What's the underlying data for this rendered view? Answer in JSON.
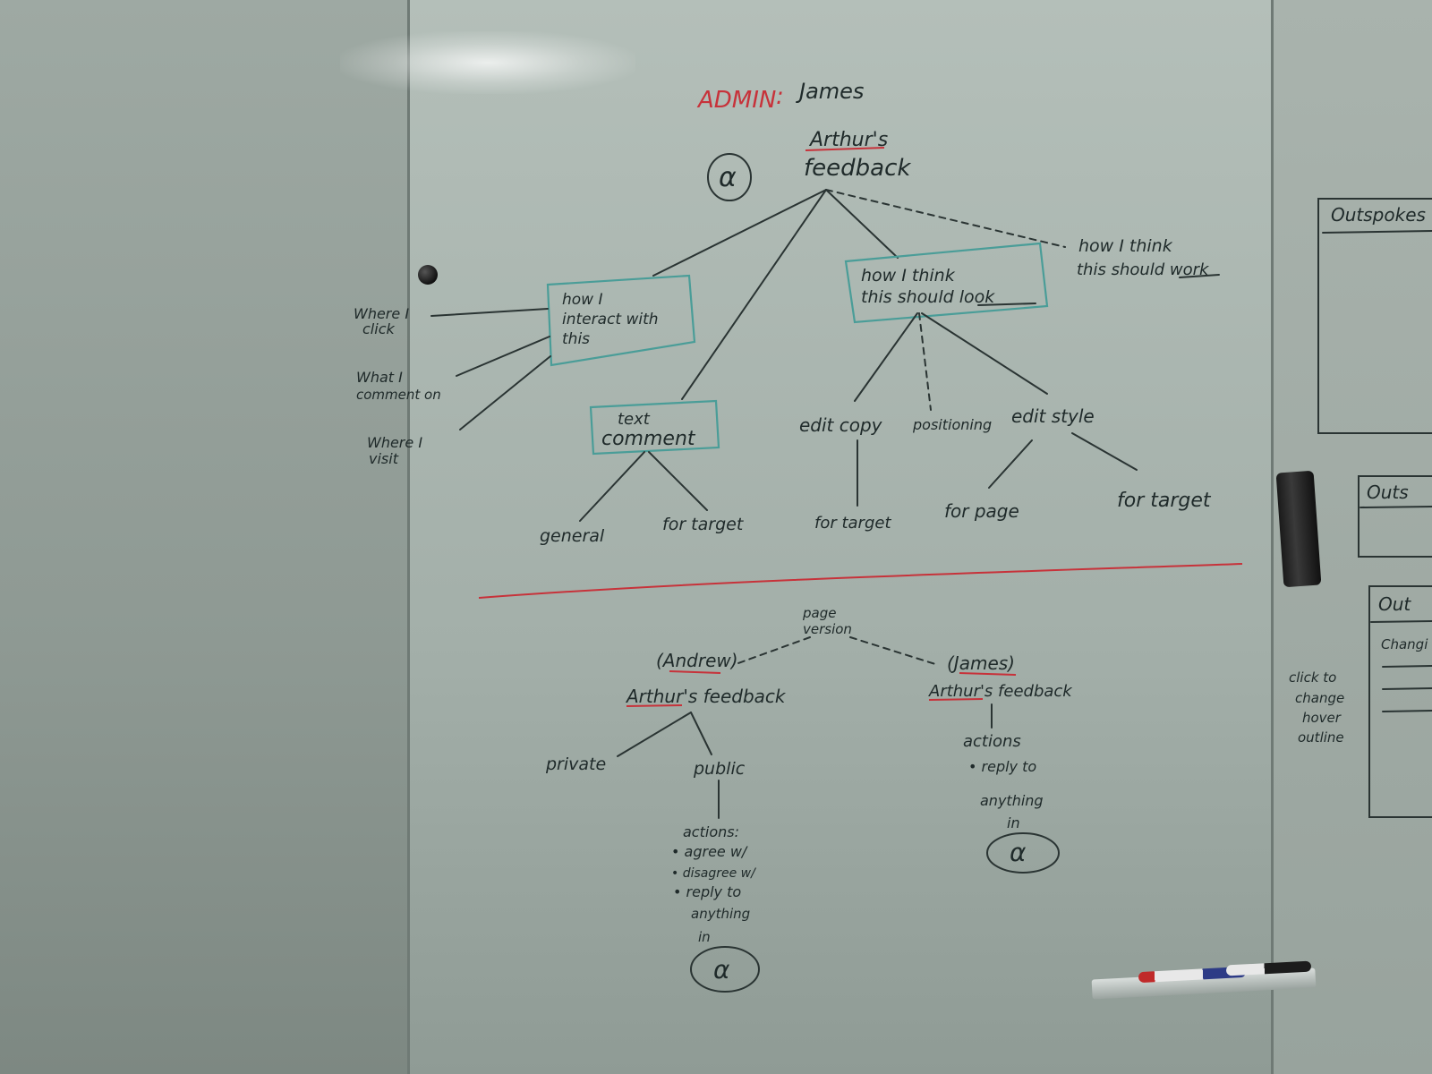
{
  "header": {
    "admin_label": "ADMIN",
    "admin_sep": ":",
    "admin_name": "James"
  },
  "top_tree": {
    "root_line1": "Arthur's",
    "root_line2": "feedback",
    "alpha": "α",
    "box_interact": [
      "how I",
      "interact with",
      "this"
    ],
    "box_look": [
      "how I think",
      "this should look"
    ],
    "work_note": [
      "how I think",
      "this should work"
    ],
    "box_text_comment": [
      "text",
      "comment"
    ],
    "side_labels": {
      "where_click": [
        "Where I",
        "click"
      ],
      "what_comment": [
        "What I",
        "comment on"
      ],
      "where_visit": [
        "Where I",
        "visit"
      ]
    },
    "mid_labels": [
      "edit copy",
      "positioning",
      "edit style"
    ],
    "leaf_labels": {
      "general": "general",
      "for_target_1": "for target",
      "for_target_2": "for target",
      "for_page": "for page",
      "for_target_3": "for target"
    }
  },
  "bottom_tree": {
    "page_version": [
      "page",
      "version"
    ],
    "andrew": "(Andrew)",
    "james": "(James)",
    "arthurs_feedback": "Arthur's feedback",
    "private": "private",
    "public": "public",
    "public_actions": [
      "actions:",
      "• agree w/",
      "• disagree w/",
      "• reply to",
      "anything",
      "in"
    ],
    "james_actions": [
      "actions",
      "• reply to",
      "anything",
      "in"
    ],
    "alpha": "α"
  },
  "side_board": {
    "outspokes_1": "Outspokes",
    "outspokes_2": "Outs",
    "outspokes_3": "Out",
    "changing": "Changi",
    "click_note": [
      "click to",
      "change",
      "hover",
      "outline"
    ]
  },
  "colors": {
    "ink": "#1f2a2a",
    "red": "#c7323a",
    "teal": "#4a9d98",
    "board": "#a3afa9"
  }
}
